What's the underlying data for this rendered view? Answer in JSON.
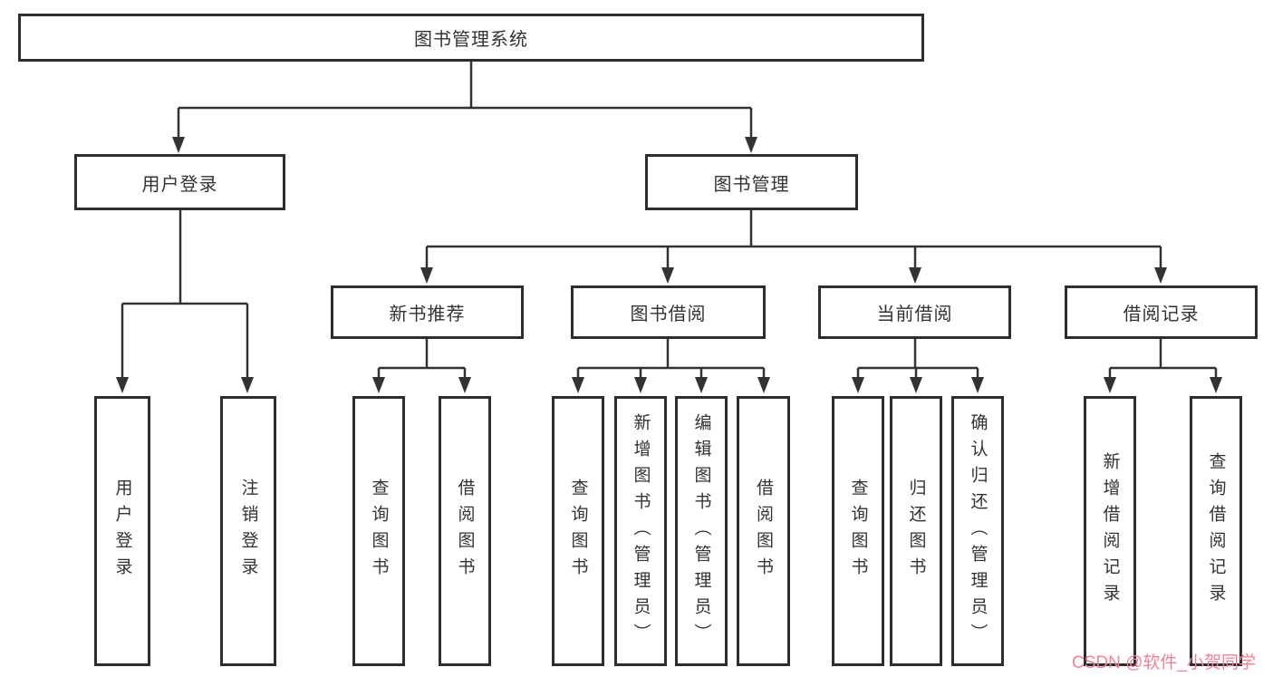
{
  "diagram": {
    "root": {
      "label": "图书管理系统"
    },
    "branches": [
      {
        "label": "用户登录",
        "children": [
          {
            "label": "用户登录"
          },
          {
            "label": "注销登录"
          }
        ]
      },
      {
        "label": "图书管理",
        "children": [
          {
            "label": "新书推荐",
            "children": [
              {
                "label": "查询图书"
              },
              {
                "label": "借阅图书"
              }
            ]
          },
          {
            "label": "图书借阅",
            "children": [
              {
                "label": "查询图书"
              },
              {
                "label": "新增图书（管理员）"
              },
              {
                "label": "编辑图书（管理员）"
              },
              {
                "label": "借阅图书"
              }
            ]
          },
          {
            "label": "当前借阅",
            "children": [
              {
                "label": "查询图书"
              },
              {
                "label": "归还图书"
              },
              {
                "label": "确认归还（管理员）"
              }
            ]
          },
          {
            "label": "借阅记录",
            "children": [
              {
                "label": "新增借阅记录"
              },
              {
                "label": "查询借阅记录"
              }
            ]
          }
        ]
      }
    ]
  },
  "watermark": {
    "text": "CSDN @软件_小贺同学",
    "color": "#ef8296"
  },
  "colors": {
    "line": "#333333",
    "border": "#2d2d2d",
    "background": "#ffffff"
  }
}
